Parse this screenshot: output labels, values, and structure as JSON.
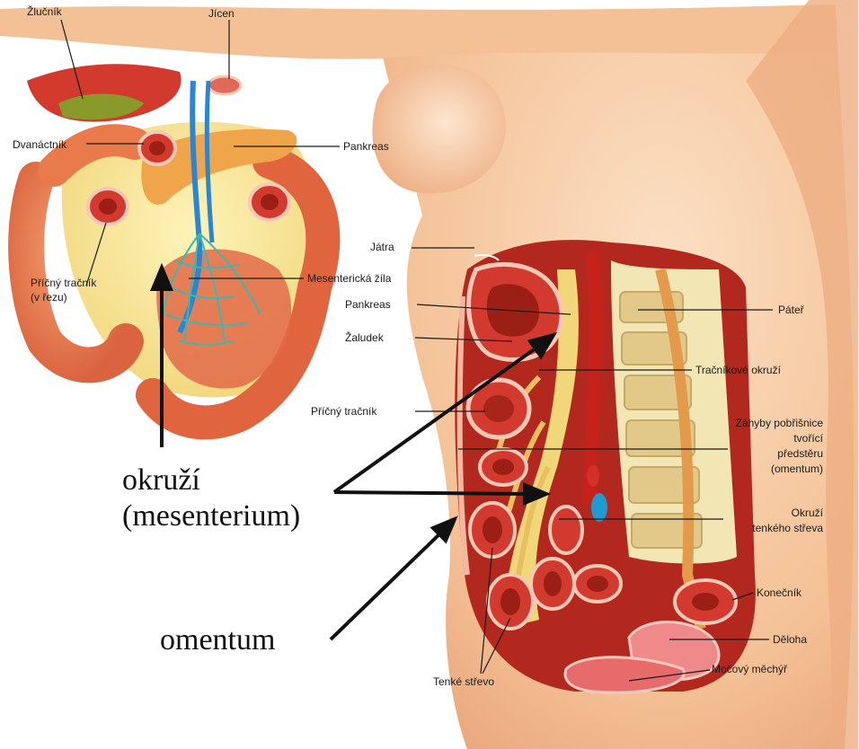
{
  "colors": {
    "skin": "#f6c79f",
    "skin_dark": "#e8a97c",
    "organ_red": "#c9332b",
    "organ_dark": "#8e1c16",
    "organ_light": "#e98a72",
    "mesentery_yellow": "#f3e08a",
    "gallbladder": "#8a9a2a",
    "vein_blue": "#2a86d0",
    "vessel_teal": "#3fb7b0",
    "spine": "#e7d6a0",
    "uterus_pink": "#f08a8a"
  },
  "labels": {
    "zlucnik": "Žlučník",
    "jicen": "Jícen",
    "dvanactnik": "Dvanáctník",
    "pankreas_top": "Pankreas",
    "pricny_tracnik_top_1": "Příčný tračník",
    "pricny_tracnik_top_2": "(v řezu)",
    "mesentericka_zila": "Mesenterická žíla",
    "jatra": "Játra",
    "pankreas_side": "Pankreas",
    "zaludek": "Žaludek",
    "pater": "Páteř",
    "tracnikove_okruzi": "Tračníkové okruží",
    "pricny_tracnik_side": "Příčný tračník",
    "zahyby_1": "Záhyby pobřišnice",
    "zahyby_2": "tvořící",
    "zahyby_3": "předstěru",
    "zahyby_4": "(omentum)",
    "okruzi_tenkeho_1": "Okruží",
    "okruzi_tenkeho_2": "tenkého střeva",
    "konecnik": "Konečník",
    "deloha": "Děloha",
    "mocovy_mechyr": "Močový měchýř",
    "tenke_strevo": "Tenké střevo",
    "okruzi_big_1": "okruží",
    "okruzi_big_2": "(mesenterium)",
    "omentum_big": "omentum"
  }
}
